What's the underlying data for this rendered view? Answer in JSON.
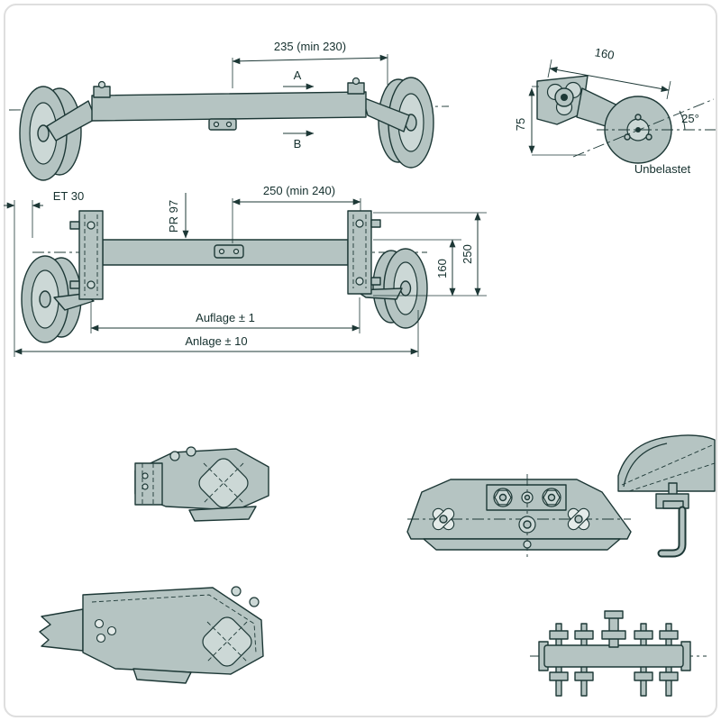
{
  "drawing_title": "axle-technical-drawing",
  "colors": {
    "part_fill": "#b5c4c2",
    "part_fill_light": "#ccd8d6",
    "hole_fill": "#e4ebe9",
    "line": "#1d3836",
    "frame_border": "#dedede",
    "background": "#ffffff"
  },
  "views": {
    "top_axle": {
      "dim_width": "235 (min 230)",
      "section_top": "A",
      "section_bottom": "B"
    },
    "hub_side": {
      "dim_radius": "160",
      "dim_height": "75",
      "angle": "25°",
      "caption": "Unbelastet"
    },
    "middle_axle": {
      "dim_offset": "ET 30",
      "dim_pr": "PR 97",
      "dim_bracket": "250 (min 240)",
      "dim_160": "160",
      "dim_250": "250",
      "dim_auflage": "Auflage ± 1",
      "dim_anlage": "Anlage ± 10"
    }
  }
}
